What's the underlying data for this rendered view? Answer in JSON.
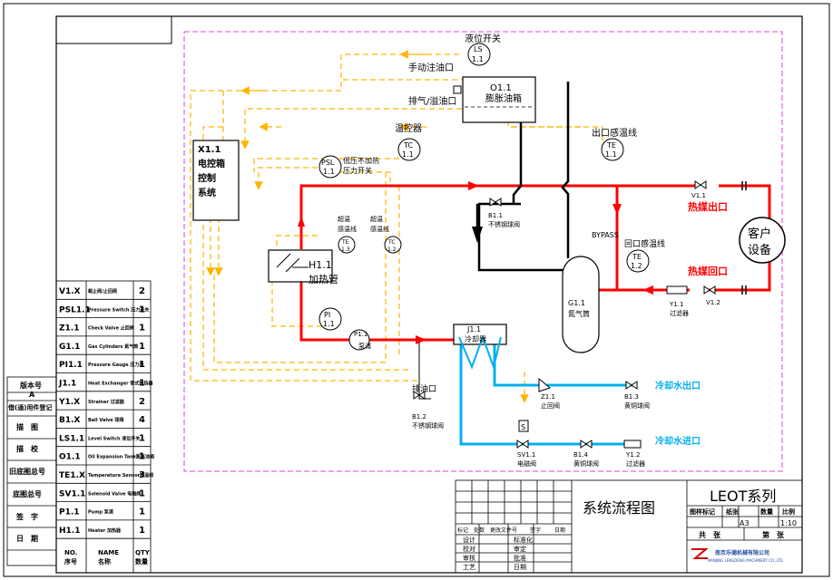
{
  "diagram": {
    "device_labels": {
      "ls_tag": "LS",
      "ls_num": "1.1",
      "ls_name": "液位开关",
      "manual_fill": "手动注油口",
      "vent": "排气/溢油口",
      "tank_num": "O1.1",
      "tank_name": "膨胀油箱",
      "tc_title": "温控器",
      "tc_tag": "TC",
      "tc_num": "1.1",
      "psl_tag": "PSL",
      "psl_num": "1.1",
      "psl_line1": "低压不加热",
      "psl_line2": "压力开关",
      "te_out_title": "出口感温线",
      "te_out_tag": "TE",
      "te_out_num": "1.1",
      "te_ret_title": "回口感温线",
      "te_ret_tag": "TE",
      "te_ret_num": "1.2",
      "ctrl_num": "X1.1",
      "ctrl_1": "电控箱",
      "ctrl_2": "控制",
      "ctrl_3": "系统",
      "overtemp_a1": "超温",
      "overtemp_a2": "感温线",
      "te13_tag": "TE",
      "te13_num": "1.3",
      "overtemp_b1": "超温",
      "overtemp_b2": "感温线",
      "tc12_tag": "TC",
      "tc12_num": "1.2",
      "heater_num": "H1.1",
      "heater_name": "加热管",
      "pi_tag": "PI",
      "pi_num": "1.1",
      "pump_tag": "P1.1",
      "pump_name": "泵浦",
      "cooler_num": "J1.1",
      "cooler_name": "冷却器",
      "cyl_num": "G1.1",
      "cyl_name": "氮气筒",
      "b11": "B1.1",
      "b11_name": "不锈钢球阀",
      "b12": "B1.2",
      "b12_name": "不锈钢球阀",
      "drain": "排油口",
      "bypass": "BYPASS",
      "v11": "V1.1",
      "v12": "V1.2",
      "hot_out": "热媒出口",
      "hot_ret": "热媒回口",
      "y11": "Y1.1",
      "y11_name": "过滤器",
      "customer_1": "客户",
      "customer_2": "设备",
      "z11": "Z1.1",
      "z11_name": "止回阀",
      "b13": "B1.3",
      "b13_name": "黄铜球阀",
      "cool_out": "冷却水出口",
      "cool_in": "冷却水进口",
      "sv_tag": "S",
      "sv11": "SV1.1",
      "sv11_name": "电磁阀",
      "b14": "B1.4",
      "b14_name": "黄铜球阀",
      "y12": "Y1.2",
      "y12_name": "过滤器"
    }
  },
  "parts_table": {
    "rows": [
      {
        "code": "V1.X",
        "name": "截止阀/止回阀",
        "qty": "2"
      },
      {
        "code": "PSL1.1",
        "name": "Pressure Switch 压力开关",
        "qty": "1"
      },
      {
        "code": "Z1.1",
        "name": "Check Valve 止回阀",
        "qty": "1"
      },
      {
        "code": "G1.1",
        "name": "Gas Cylinders 氮气筒",
        "qty": "1"
      },
      {
        "code": "PI1.1",
        "name": "Pressure Gauge 压力表",
        "qty": "1"
      },
      {
        "code": "J1.1",
        "name": "Heat Exchanger 管式换热器",
        "qty": "1"
      },
      {
        "code": "Y1.X",
        "name": "Strainer 过滤器",
        "qty": "2"
      },
      {
        "code": "B1.X",
        "name": "Ball Valve 球阀",
        "qty": "4"
      },
      {
        "code": "LS1.1",
        "name": "Level Switch 液位开关",
        "qty": "1"
      },
      {
        "code": "O1.1",
        "name": "Oil Expansion Tank膨胀油箱",
        "qty": "1"
      },
      {
        "code": "TE1.X",
        "name": "Temperature Sensor感温线",
        "qty": "3"
      },
      {
        "code": "SV1.1",
        "name": "Solenoid Valve 电磁阀",
        "qty": "1"
      },
      {
        "code": "P1.1",
        "name": "Pump 泵浦",
        "qty": "1"
      },
      {
        "code": "H1.1",
        "name": "Heater 加热器",
        "qty": "1"
      }
    ],
    "header": {
      "no1": "NO.",
      "no2": "序号",
      "name1": "NAME",
      "name2": "名称",
      "qty1": "QTY",
      "qty2": "数量"
    }
  },
  "left_strip": [
    "版本号",
    "A",
    "借(通)用件登记",
    "描　图",
    "描　校",
    "旧底图总号",
    "底图总号",
    "签　字",
    "日　期"
  ],
  "title_block": {
    "drawing_title": "系统流程图",
    "series": "LEOT系列",
    "cols": [
      "图样标记",
      "纸张",
      "数量",
      "比例"
    ],
    "paper": "A3",
    "scale": "1:10",
    "total": "共　张",
    "sheet": "第　张",
    "company": "南京乐德机械有限公司",
    "company_en": "NANJING LENGDENG MACHINERY CO.,LTD.",
    "rev_row": [
      "标记",
      "处数",
      "更改文件号",
      "签字",
      "日期"
    ],
    "sign_rows": [
      [
        "设计",
        "标准化"
      ],
      [
        "校对",
        "审定"
      ],
      [
        "审核",
        "批准"
      ],
      [
        "工艺",
        "日期"
      ]
    ]
  }
}
